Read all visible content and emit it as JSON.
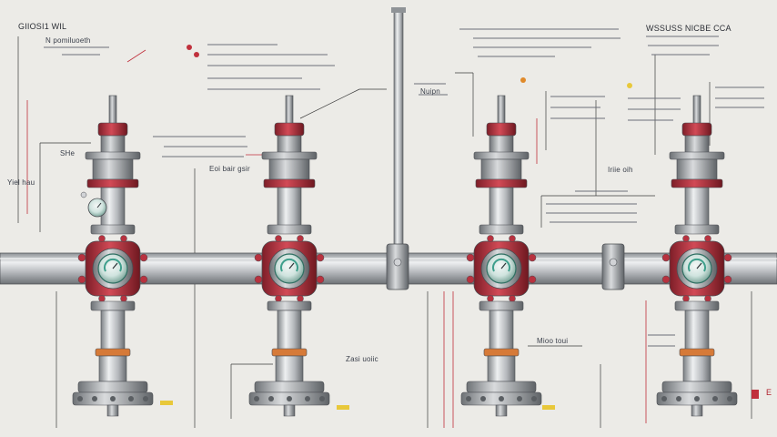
{
  "colors": {
    "background": "#ecebe7",
    "pipe": "#b9bcc0",
    "flange_red": "#b8323f",
    "gauge_teal": "#3f9f8c",
    "leader_red": "#c0303c",
    "leader_dark": "#3c3c3c",
    "accent_orange": "#e08a2a",
    "accent_yellow": "#e8c83a"
  },
  "icons": [
    "valve-assembly",
    "pressure-gauge-icon",
    "flange-icon",
    "pipe-clamp-icon"
  ],
  "labels": {
    "title_left": "GIIOSI1 WIL",
    "sub_left": "N pomiluoeth",
    "note_left": "Yiel hau",
    "v1_note": "SHe",
    "v2_mid": "Eoi bair gsir",
    "v2_bottom": "Zasi uoiic",
    "v3_top": "Nuipn",
    "v3_bottom": "Mioo toui",
    "v4_title": "WSSUSS NICBE CCA",
    "v4_mid": "Iriie oih",
    "right_edge": "E"
  }
}
